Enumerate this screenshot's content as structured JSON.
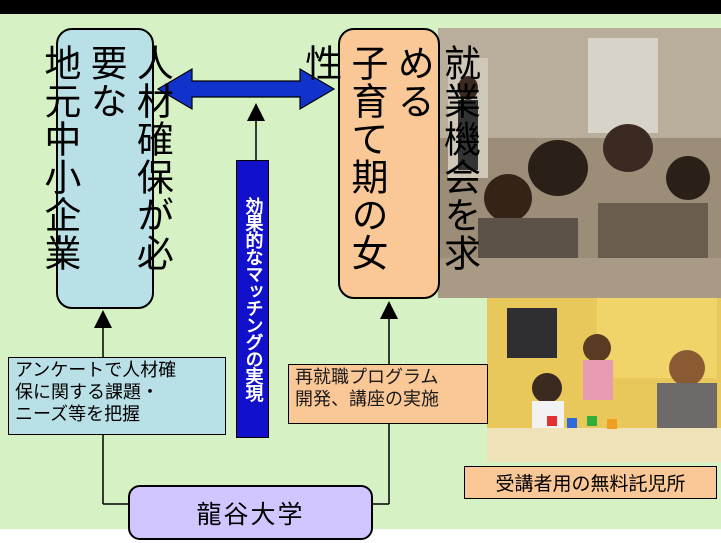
{
  "left_box": {
    "text": "人材確保が必要な\n地元中小企業"
  },
  "right_box": {
    "text": "就業機会を求める\n子育て期の女性"
  },
  "matching_label": "効果的なマッチングの実現",
  "left_note": "アンケートで人材確\n保に関する課題・\nニーズ等を把握",
  "right_note": "再就職プログラム\n開発、講座の実施",
  "photo_caption": "受講者用の無料託児所",
  "university": "龍谷大学",
  "colors": {
    "background": "#d6f2c4",
    "left_fill": "#b9e0e6",
    "right_fill": "#fac796",
    "arrow": "#1133cc",
    "university_fill": "#d1c6ff"
  }
}
